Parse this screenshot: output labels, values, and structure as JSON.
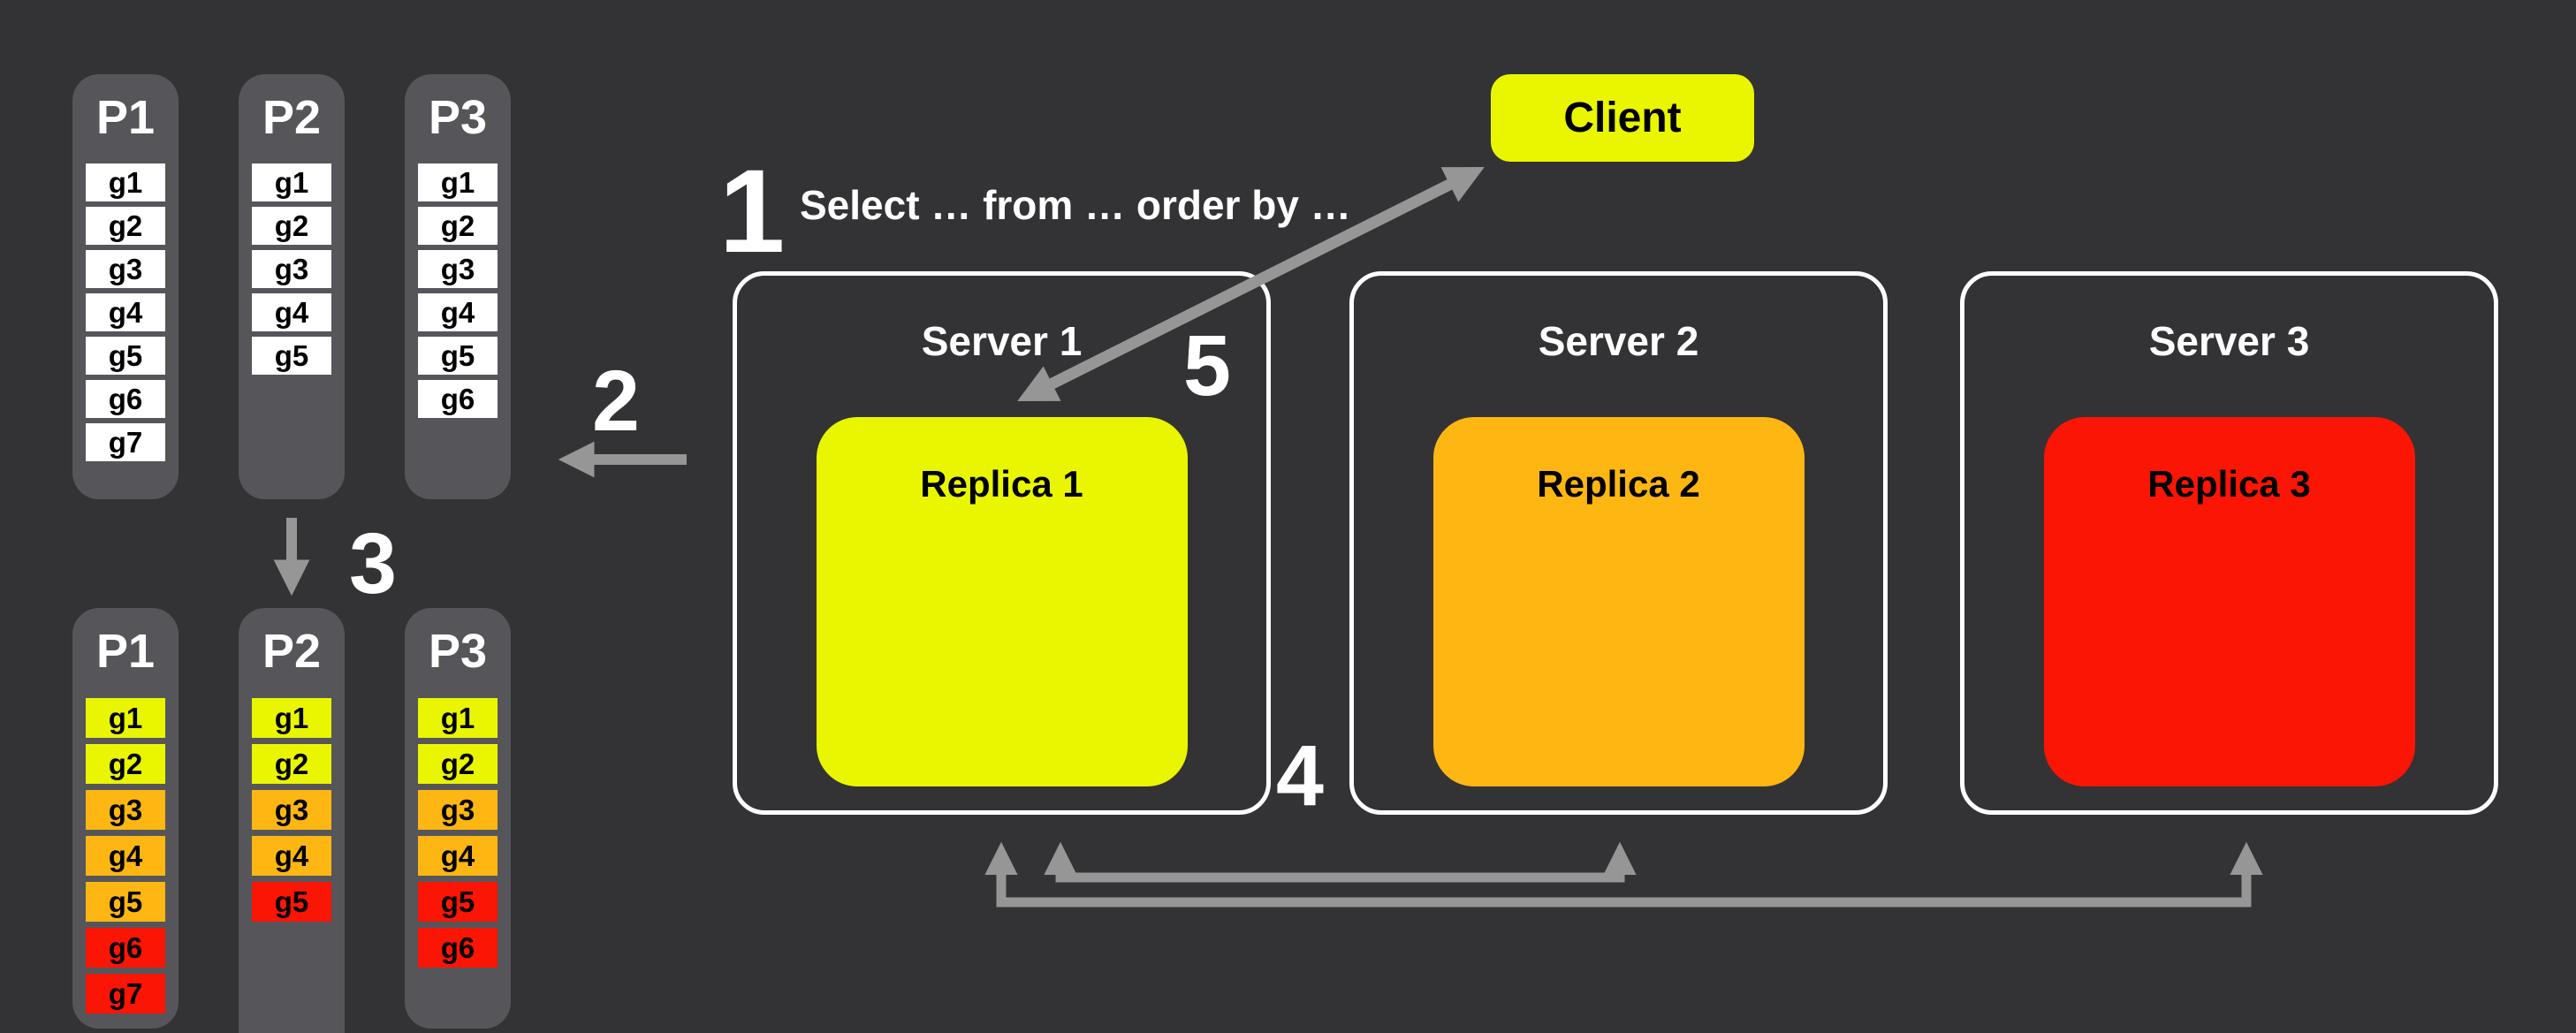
{
  "colors": {
    "background": "#333335",
    "column_gray": "#56565a",
    "yellow": "#e9f600",
    "orange": "#fdb612",
    "red": "#fa1505",
    "white": "#ffffff",
    "arrow_gray": "#969696"
  },
  "steps": {
    "step1_number": "1",
    "step1_query": "Select … from … order by …",
    "step2_number": "2",
    "step3_number": "3",
    "step4_number": "4",
    "step5_number": "5"
  },
  "client": {
    "label": "Client",
    "color": "yellow"
  },
  "servers": [
    {
      "title": "Server 1",
      "replica": {
        "label": "Replica 1",
        "color": "yellow"
      }
    },
    {
      "title": "Server 2",
      "replica": {
        "label": "Replica 2",
        "color": "orange"
      }
    },
    {
      "title": "Server 3",
      "replica": {
        "label": "Replica 3",
        "color": "red"
      }
    }
  ],
  "partitions_before": [
    {
      "name": "P1",
      "items": [
        {
          "label": "g1",
          "color": "white"
        },
        {
          "label": "g2",
          "color": "white"
        },
        {
          "label": "g3",
          "color": "white"
        },
        {
          "label": "g4",
          "color": "white"
        },
        {
          "label": "g5",
          "color": "white"
        },
        {
          "label": "g6",
          "color": "white"
        },
        {
          "label": "g7",
          "color": "white"
        }
      ]
    },
    {
      "name": "P2",
      "items": [
        {
          "label": "g1",
          "color": "white"
        },
        {
          "label": "g2",
          "color": "white"
        },
        {
          "label": "g3",
          "color": "white"
        },
        {
          "label": "g4",
          "color": "white"
        },
        {
          "label": "g5",
          "color": "white"
        }
      ]
    },
    {
      "name": "P3",
      "items": [
        {
          "label": "g1",
          "color": "white"
        },
        {
          "label": "g2",
          "color": "white"
        },
        {
          "label": "g3",
          "color": "white"
        },
        {
          "label": "g4",
          "color": "white"
        },
        {
          "label": "g5",
          "color": "white"
        },
        {
          "label": "g6",
          "color": "white"
        }
      ]
    }
  ],
  "partitions_after": [
    {
      "name": "P1",
      "items": [
        {
          "label": "g1",
          "color": "yellow"
        },
        {
          "label": "g2",
          "color": "yellow"
        },
        {
          "label": "g3",
          "color": "orange"
        },
        {
          "label": "g4",
          "color": "orange"
        },
        {
          "label": "g5",
          "color": "orange"
        },
        {
          "label": "g6",
          "color": "red"
        },
        {
          "label": "g7",
          "color": "red"
        }
      ]
    },
    {
      "name": "P2",
      "items": [
        {
          "label": "g1",
          "color": "yellow"
        },
        {
          "label": "g2",
          "color": "yellow"
        },
        {
          "label": "g3",
          "color": "orange"
        },
        {
          "label": "g4",
          "color": "orange"
        },
        {
          "label": "g5",
          "color": "red"
        }
      ]
    },
    {
      "name": "P3",
      "items": [
        {
          "label": "g1",
          "color": "yellow"
        },
        {
          "label": "g2",
          "color": "yellow"
        },
        {
          "label": "g3",
          "color": "orange"
        },
        {
          "label": "g4",
          "color": "orange"
        },
        {
          "label": "g5",
          "color": "red"
        },
        {
          "label": "g6",
          "color": "red"
        }
      ]
    }
  ]
}
